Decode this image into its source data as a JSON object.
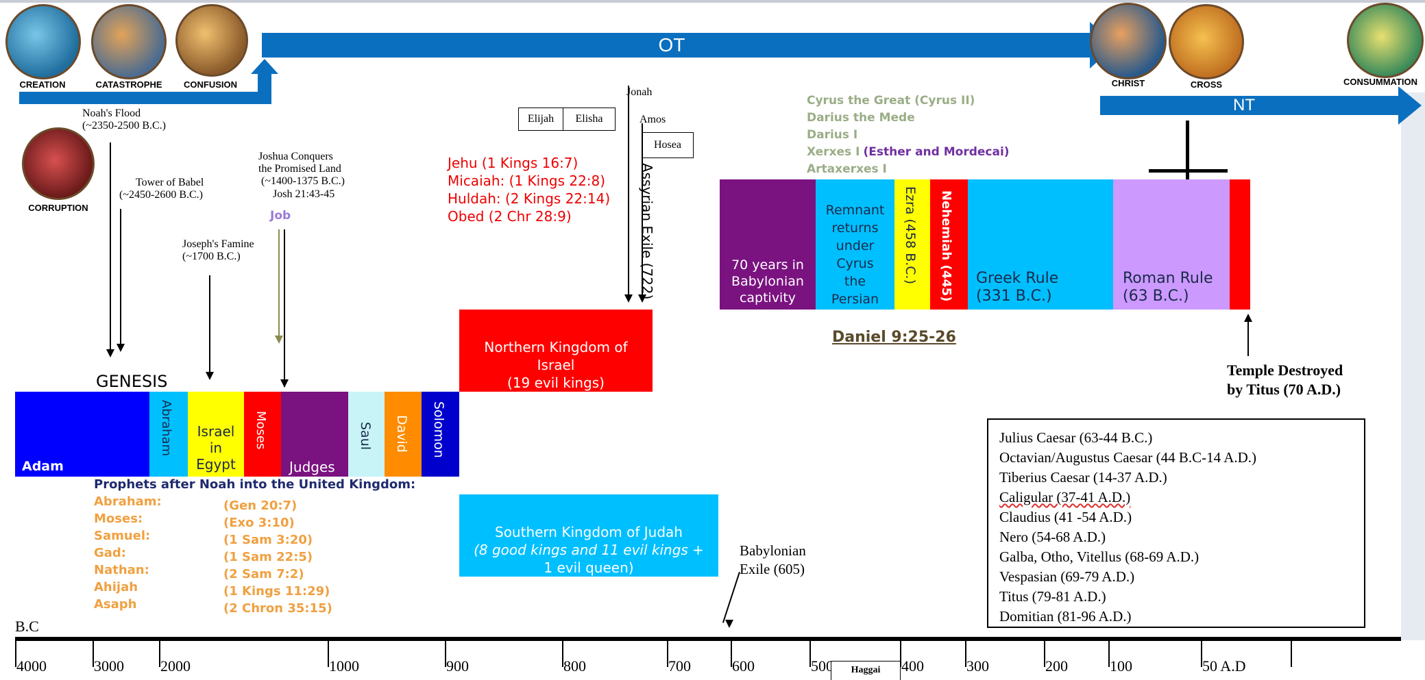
{
  "top_banner": {
    "ot_label": "OT",
    "nt_label": "NT"
  },
  "eras": {
    "creation": "CREATION",
    "catastrophe": "CATASTROPHE",
    "confusion": "CONFUSION",
    "corruption": "CORRUPTION",
    "christ": "CHRIST",
    "cross": "CROSS",
    "consummation": "CONSUMMATION"
  },
  "events": {
    "noah_title": "Noah's Flood",
    "noah_date": "(~2350-2500 B.C.)",
    "babel_title": "Tower of Babel",
    "babel_date": "(~2450-2600 B.C.)",
    "joshua_1": "Joshua Conquers",
    "joshua_2": "the Promised Land",
    "joshua_3": "(~1400-1375 B.C.)",
    "joshua_4": "Josh 21:43-45",
    "job": "Job",
    "joseph_title": "Joseph's Famine",
    "joseph_date": "(~1700 B.C.)",
    "genesis": "GENESIS",
    "elijah": "Elijah",
    "elisha": "Elisha",
    "jonah": "Jonah",
    "amos": "Amos",
    "hosea": "Hosea",
    "assyrian_exile": "Assyrian Exile (722)",
    "babylonian_exile_1": "Babylonian",
    "babylonian_exile_2": "Exile (605)",
    "haggai": "Haggai",
    "daniel": "Daniel 9:25-26",
    "temple_1": "Temple Destroyed",
    "temple_2": "by Titus (70 A.D.)"
  },
  "red_prophets": [
    "Jehu (1 Kings 16:7)",
    "Micaiah: (1 Kings 22:8)",
    "Huldah: (2 Kings 22:14)",
    "Obed (2 Chr 28:9)"
  ],
  "persian_kings": {
    "cyrus": "Cyrus the Great (Cyrus II)",
    "darius_mede": "Darius the Mede",
    "darius_i": "Darius I",
    "xerxes": "Xerxes I",
    "esther": "(Esther and Mordecai)",
    "artaxerxes": "Artaxerxes I"
  },
  "timeline_blocks": {
    "adam": "Adam",
    "abraham": "Abraham",
    "israel_egypt_1": "Israel",
    "israel_egypt_2": "in",
    "israel_egypt_3": "Egypt",
    "moses": "Moses",
    "judges": "Judges",
    "saul": "Saul",
    "david": "David",
    "solomon": "Solomon",
    "northern_1": "Northern Kingdom of",
    "northern_2": "Israel",
    "northern_3": "(19 evil kings)",
    "southern_1": "Southern Kingdom of Judah",
    "southern_2": "(8 good kings and 11 evil kings +",
    "southern_3": "1 evil queen)",
    "babylon_1": "70 years in",
    "babylon_2": "Babylonian",
    "babylon_3": "captivity",
    "remnant_1": "Remnant",
    "remnant_2": "returns",
    "remnant_3": "under",
    "remnant_4": "Cyrus",
    "remnant_5": "the",
    "remnant_6": "Persian",
    "ezra": "Ezra (458 B.C.)",
    "nehemiah": "Nehemiah (445)",
    "greek_1": "Greek Rule",
    "greek_2": "(331 B.C.)",
    "roman_1": "Roman Rule",
    "roman_2": "(63 B.C.)"
  },
  "united_prophets": {
    "title": "Prophets after Noah into the United Kingdom:",
    "rows": [
      {
        "name": "Abraham:",
        "ref": "(Gen 20:7)"
      },
      {
        "name": "Moses:",
        "ref": "(Exo 3:10)"
      },
      {
        "name": "Samuel:",
        "ref": "(1 Sam 3:20)"
      },
      {
        "name": "Gad:",
        "ref": "(1 Sam 22:5)"
      },
      {
        "name": "Nathan:",
        "ref": "(2 Sam 7:2)"
      },
      {
        "name": "Ahijah",
        "ref": "(1 Kings 11:29)"
      },
      {
        "name": "Asaph",
        "ref": "(2 Chron 35:15)"
      }
    ]
  },
  "caesars": [
    "Julius Caesar (63-44 B.C.)",
    "Octavian/Augustus Caesar (44 B.C-14 A.D.)",
    "Tiberius Caesar (14-37 A.D.)",
    "Caligular (37-41 A.D.)",
    "Claudius (41 -54 A.D.)",
    "Nero (54-68 A.D.)",
    "Galba, Otho, Vitellus (68-69 A.D.)",
    "Vespasian (69-79 A.D.)",
    "Titus (79-81 A.D.)",
    "Domitian (81-96 A.D.)"
  ],
  "axis": {
    "bc_label": "B.C",
    "ticks": [
      "4000",
      "3000",
      "2000",
      "1000",
      "900",
      "800",
      "700",
      "600",
      "500",
      "400",
      "300",
      "200",
      "100",
      "50 A.D"
    ]
  },
  "colors": {
    "blue_arrow": "#0b6fbf",
    "adam": "#0000ff",
    "abraham": "#00bfff",
    "israel_egypt": "#ffff00",
    "moses": "#ff0000",
    "judges": "#7a1280",
    "saul": "#c8f4f8",
    "david": "#ff8c00",
    "solomon": "#0000cc",
    "northern": "#ff0000",
    "southern": "#00bfff",
    "babylon": "#7a1280",
    "remnant": "#00bfff",
    "ezra": "#ffff00",
    "nehemiah": "#ff0000",
    "greek": "#00bfff",
    "roman": "#cc99ff",
    "orange_text": "#f0a040",
    "red_text": "#ee0000",
    "green_text": "#9aad86",
    "purple_text": "#7030a0"
  }
}
